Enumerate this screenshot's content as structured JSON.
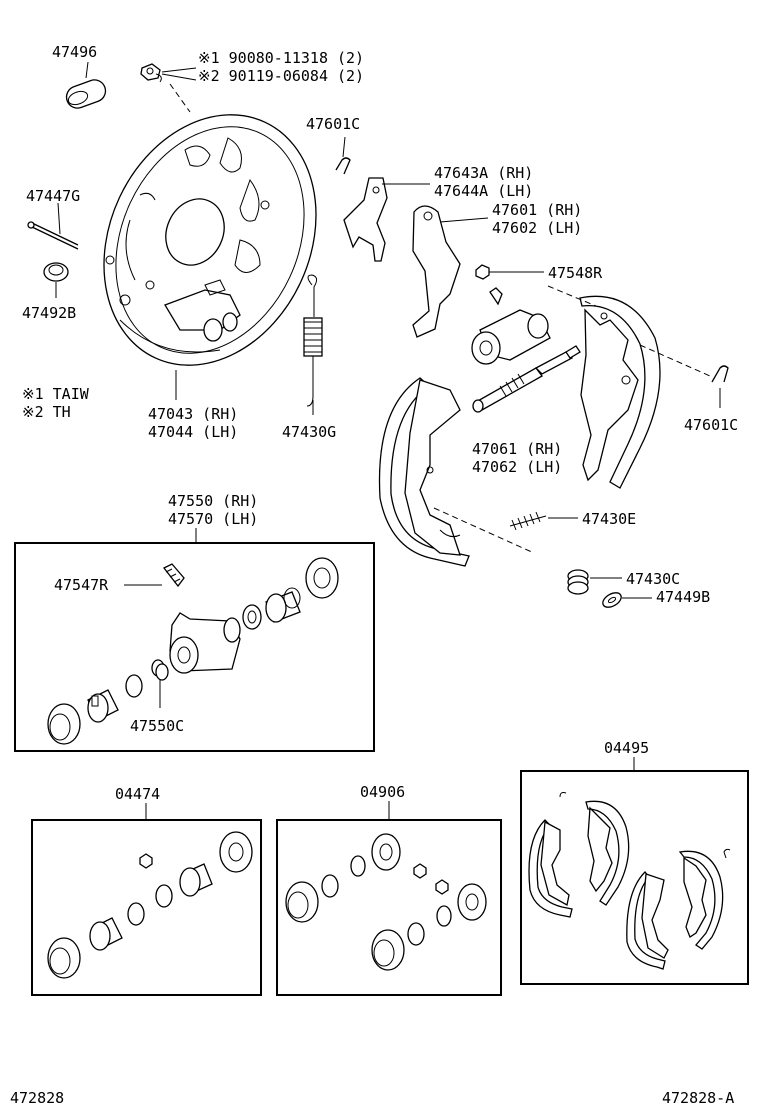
{
  "diagram_id_left": "472828",
  "diagram_id_right": "472828-A",
  "parts": {
    "p47496": "47496",
    "bolt1": "※1 90080-11318 (2)",
    "bolt2": "※2 90119-06084 (2)",
    "p47601C_top": "47601C",
    "p47643A": "47643A (RH)",
    "p47644A": "47644A (LH)",
    "p47601": "47601 (RH)",
    "p47602": "47602 (LH)",
    "p47447G": "47447G",
    "p47548R": "47548R",
    "p47492B": "47492B",
    "p47601C_right": "47601C",
    "note1": "※1 TAIW",
    "note2": "※2 TH",
    "p47043": "47043 (RH)",
    "p47044": "47044 (LH)",
    "p47430G": "47430G",
    "p47061": "47061 (RH)",
    "p47062": "47062 (LH)",
    "p47430E": "47430E",
    "p47550": "47550 (RH)",
    "p47570": "47570 (LH)",
    "p47547R": "47547R",
    "p47550C": "47550C",
    "p47430C": "47430C",
    "p47449B": "47449B",
    "kit04495": "04495",
    "kit04474": "04474",
    "kit04906": "04906"
  }
}
